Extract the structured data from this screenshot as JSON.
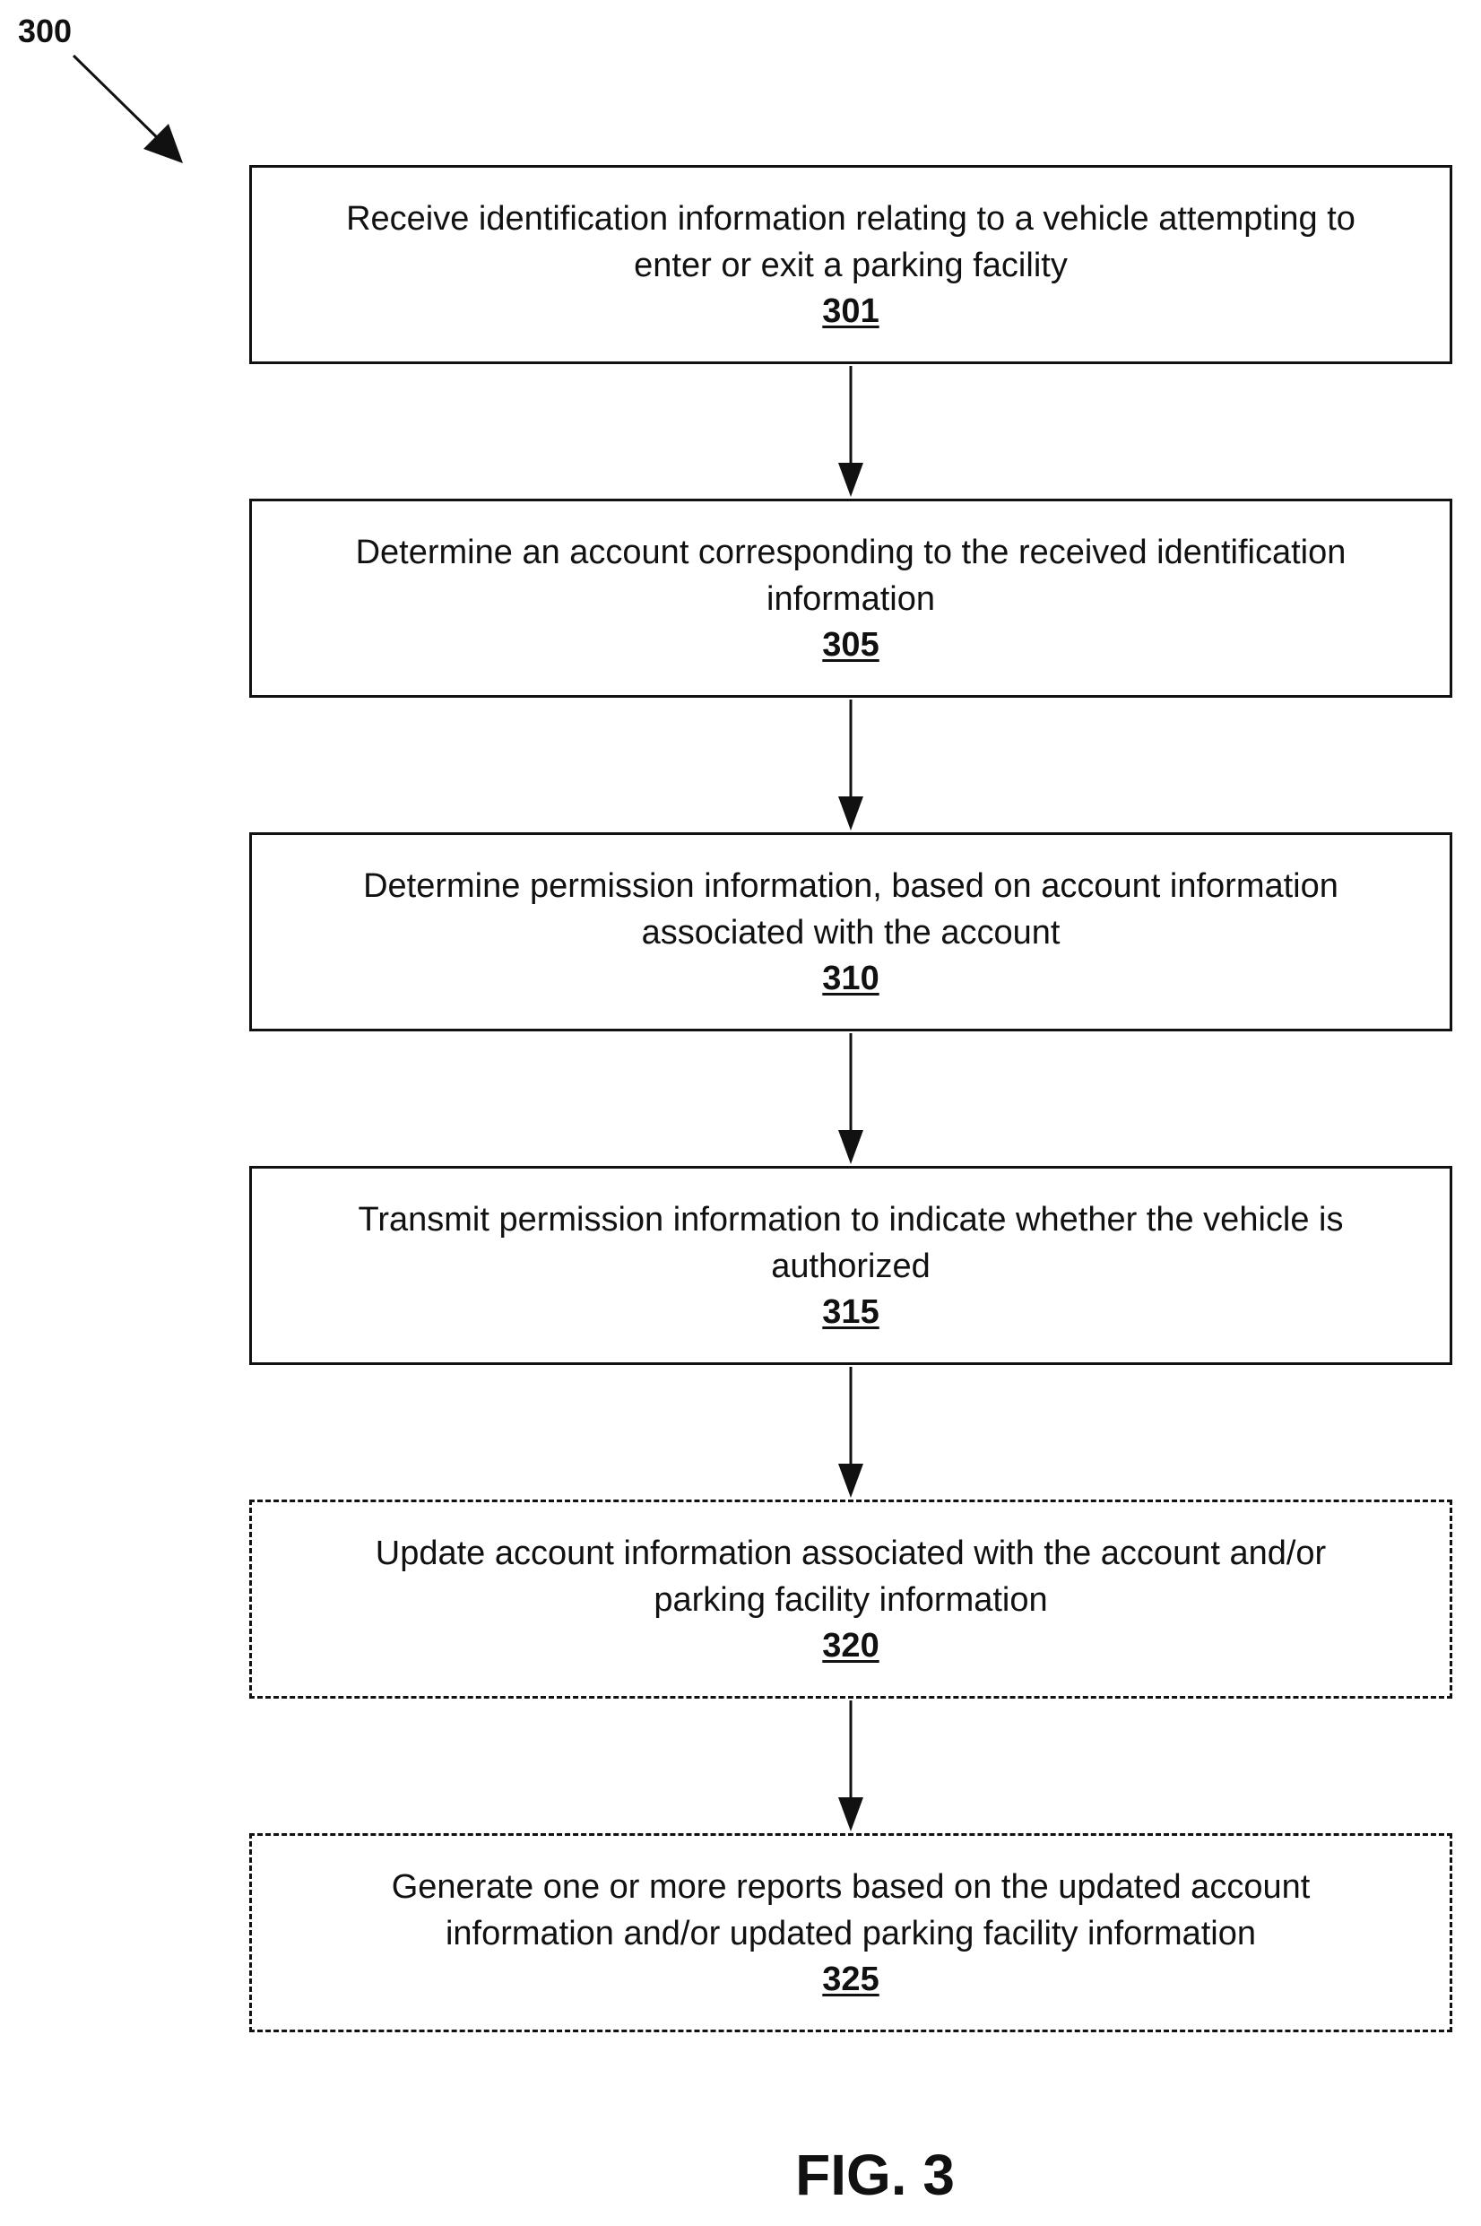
{
  "figure": {
    "reference_number": "300",
    "caption": "FIG. 3"
  },
  "steps": [
    {
      "text": "Receive identification information relating to a vehicle attempting to\nenter or exit a parking facility",
      "number": "301",
      "optional": false
    },
    {
      "text": "Determine an account corresponding to the received identification\ninformation",
      "number": "305",
      "optional": false
    },
    {
      "text": "Determine permission information, based on account information\nassociated with the account",
      "number": "310",
      "optional": false
    },
    {
      "text": "Transmit permission information to indicate whether the vehicle is\nauthorized",
      "number": "315",
      "optional": false
    },
    {
      "text": "Update account information associated with the account and/or\nparking facility information",
      "number": "320",
      "optional": true
    },
    {
      "text": "Generate one or more reports based on the updated account\ninformation and/or updated parking facility information",
      "number": "325",
      "optional": true
    }
  ]
}
